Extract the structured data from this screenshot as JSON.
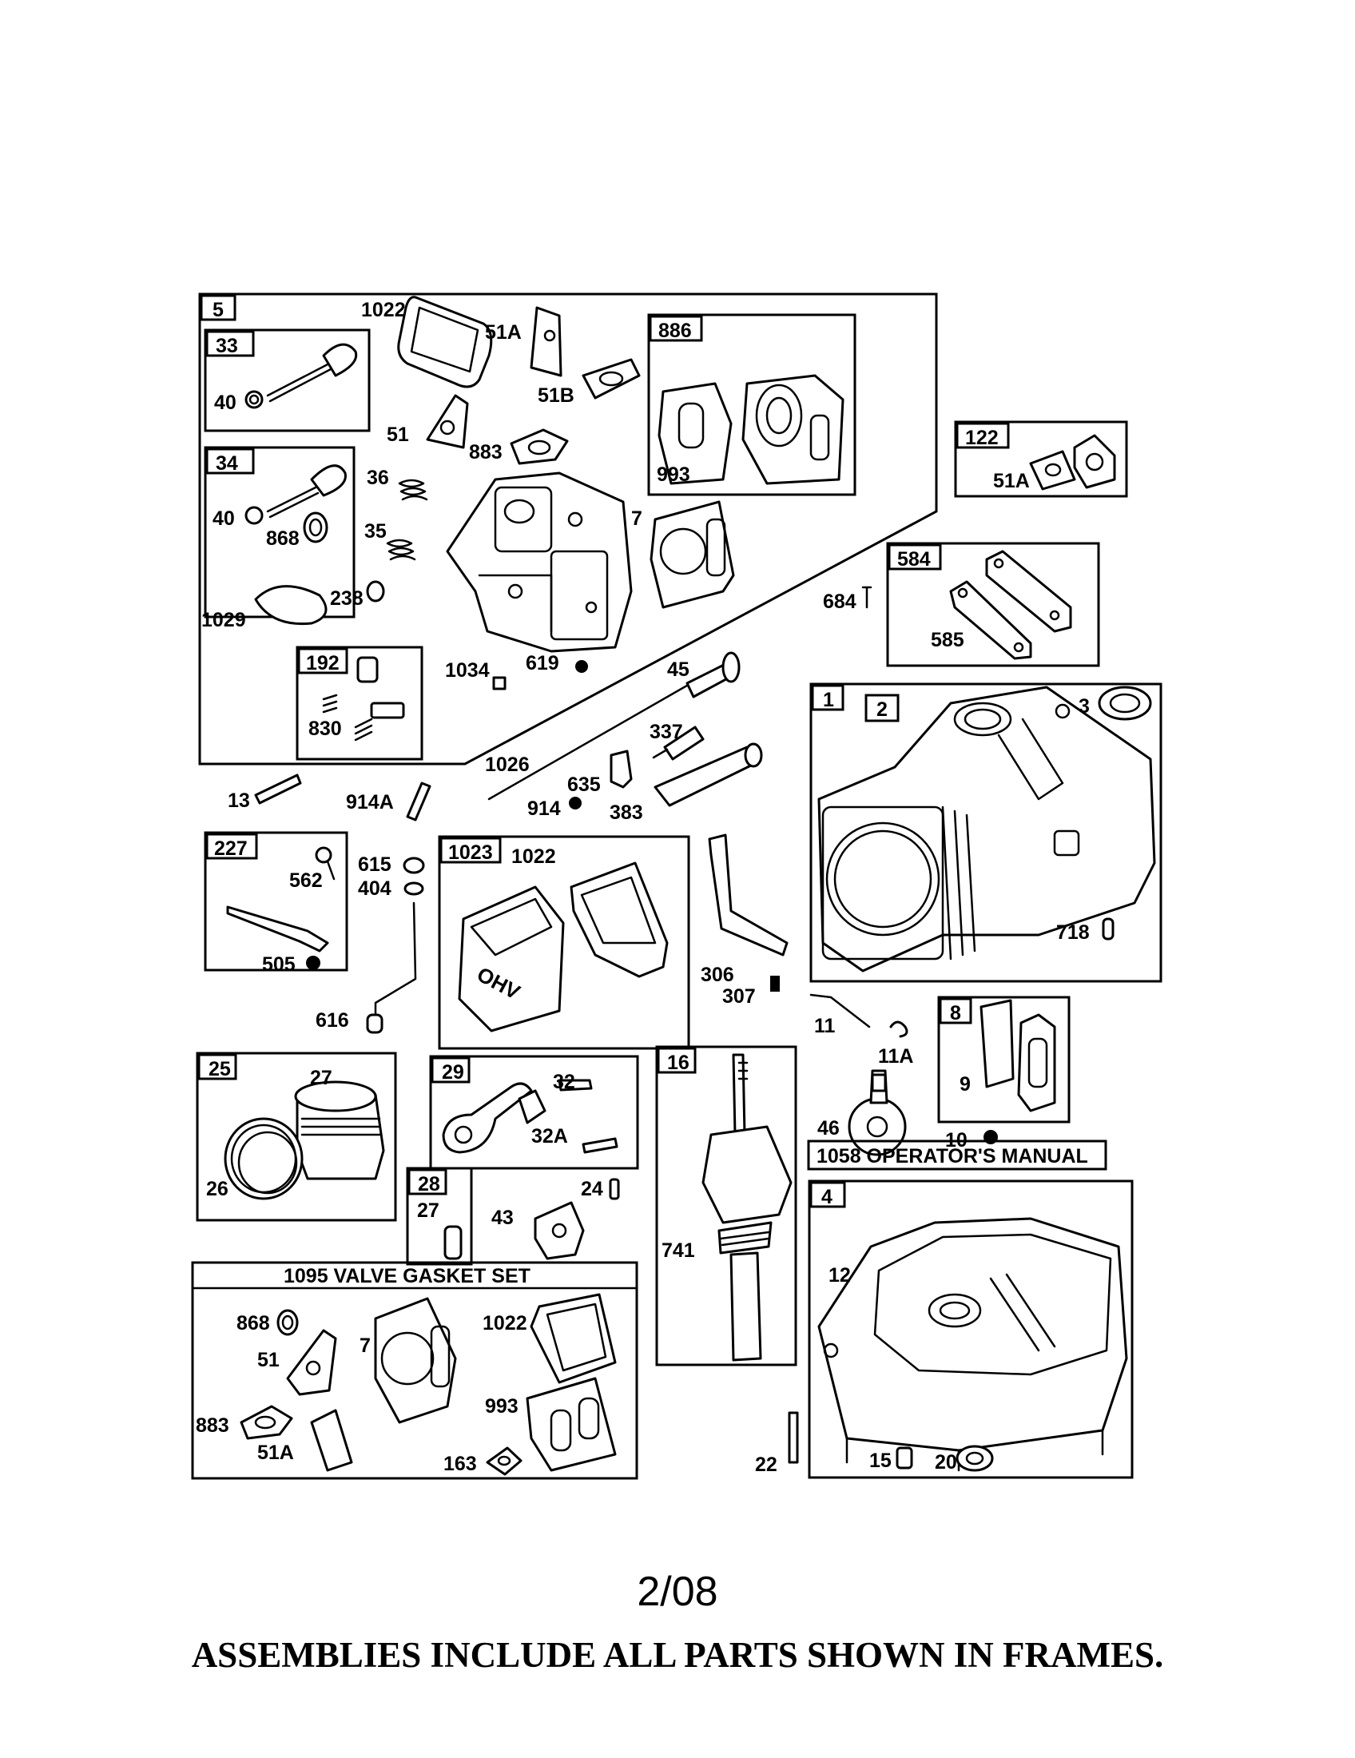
{
  "labels": {
    "l5": "5",
    "l33": "33",
    "l40a": "40",
    "l1022a": "1022",
    "l51Aa": "51A",
    "l886": "886",
    "l51B": "51B",
    "l51a": "51",
    "l883a": "883",
    "l993a": "993",
    "l34": "34",
    "l40b": "40",
    "l868a": "868",
    "l36": "36",
    "l35": "35",
    "l7a": "7",
    "l122": "122",
    "l51Ab": "51A",
    "l1029": "1029",
    "l238": "238",
    "l584": "584",
    "l684": "684",
    "l585": "585",
    "l192": "192",
    "l830": "830",
    "l1034": "1034",
    "l619": "619",
    "l45": "45",
    "l1": "1",
    "l2": "2",
    "l3": "3",
    "l337": "337",
    "l1026": "1026",
    "l635": "635",
    "l13": "13",
    "l914A": "914A",
    "l914": "914",
    "l383": "383",
    "l227": "227",
    "l562": "562",
    "l615": "615",
    "l404": "404",
    "l1023": "1023",
    "l1022b": "1022",
    "l505": "505",
    "l306": "306",
    "l307": "307",
    "l718": "718",
    "l616": "616",
    "l11": "11",
    "l11A": "11A",
    "l8": "8",
    "l9": "9",
    "l25": "25",
    "l27a": "27",
    "l29": "29",
    "l32": "32",
    "l16": "16",
    "l46": "46",
    "l32A": "32A",
    "l10": "10",
    "l26": "26",
    "l28": "28",
    "l27b": "27",
    "l24": "24",
    "l43": "43",
    "l4": "4",
    "l741": "741",
    "l12": "12",
    "l868b": "868",
    "l7b": "7",
    "l1022c": "1022",
    "l51b": "51",
    "l993b": "993",
    "l883b": "883",
    "l51Ac": "51A",
    "l163": "163",
    "l22": "22",
    "l15": "15",
    "l20": "20",
    "operators_manual": "1058 OPERATOR'S MANUAL",
    "valve_gasket_set": "1095 VALVE GASKET SET",
    "ohv_text": "OHV"
  },
  "date_code": "2/08",
  "footer_note": "ASSEMBLIES INCLUDE ALL PARTS SHOWN IN FRAMES."
}
